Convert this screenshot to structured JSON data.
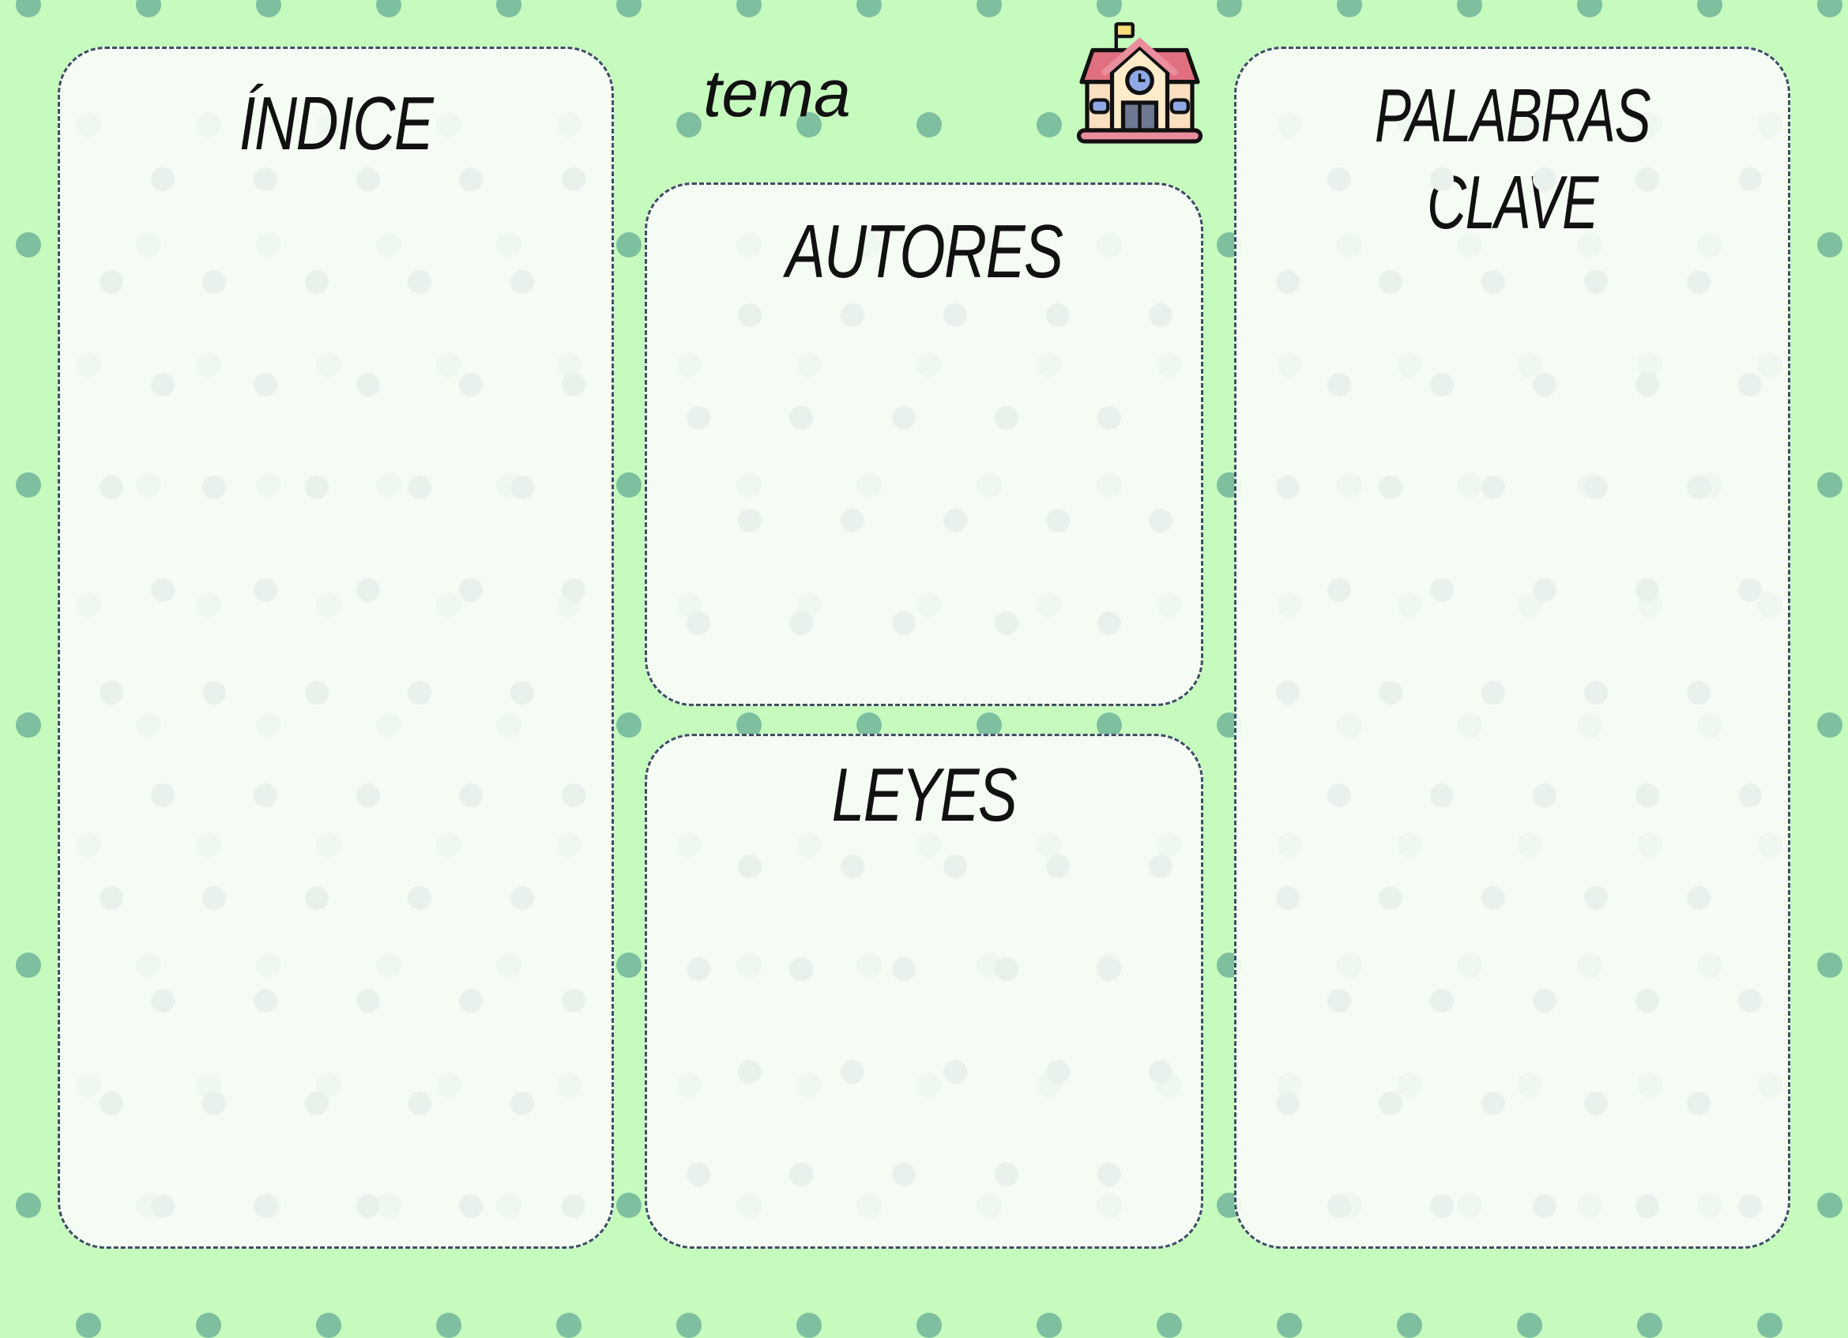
{
  "header": {
    "topic_label": "tema",
    "icon": "school-building-icon"
  },
  "sections": {
    "index": {
      "title": "ÍNDICE"
    },
    "authors": {
      "title": "AUTORES"
    },
    "laws": {
      "title": "LEYES"
    },
    "keywords": {
      "title": "PALABRAS CLAVE"
    }
  },
  "colors": {
    "background": "#c6fbbe",
    "dots": "#7dbf9f",
    "border": "#3c4f63",
    "panel": "#f8fcf6"
  }
}
